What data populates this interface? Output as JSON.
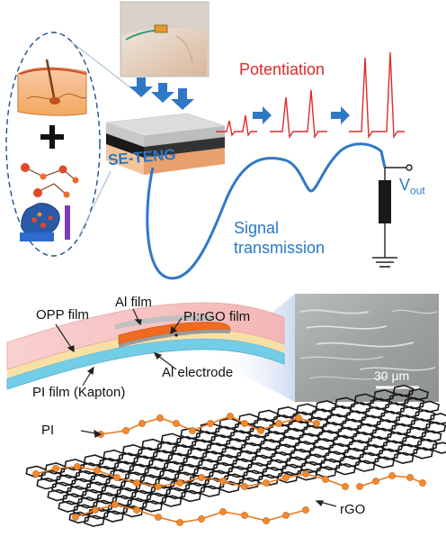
{
  "top": {
    "potentiation": "Potentiation",
    "device_label": "SE-TENG",
    "signal_line1": "Signal",
    "signal_line2": "transmission",
    "vout_main": "V",
    "vout_sub": "out",
    "colors": {
      "blue": "#2a78c5",
      "red": "#e02a2a"
    }
  },
  "middle": {
    "opp_film": "OPP film",
    "al_film": "Al film",
    "pi_rgo_film": "PI:rGO film",
    "al_electrode": "Al electrode",
    "pi_film": "PI film (Kapton)",
    "scale_bar": "30 μm"
  },
  "bottom": {
    "pi": "PI",
    "rgo": "rGO"
  }
}
